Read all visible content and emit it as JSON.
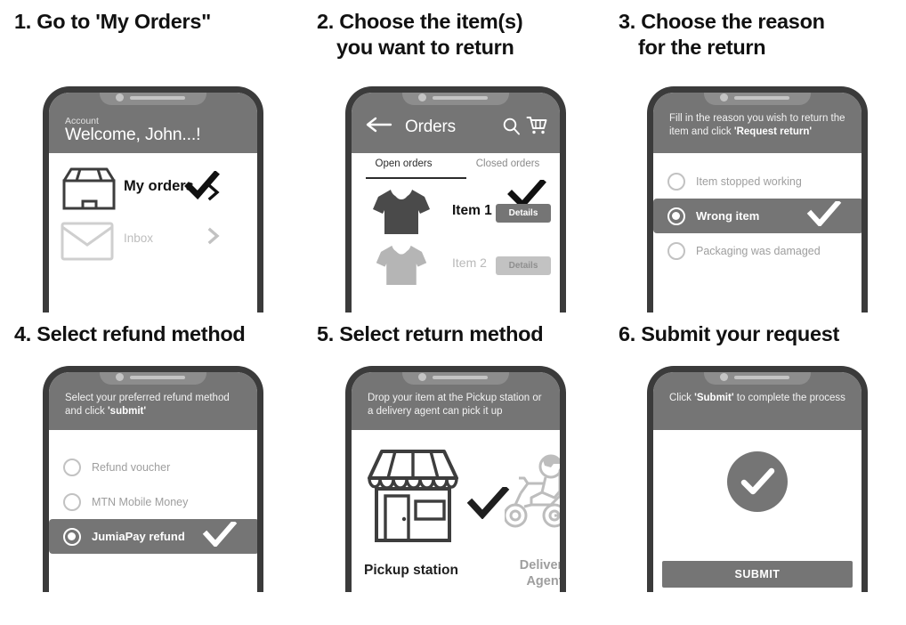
{
  "colors": {
    "frame": "#3b3b3b",
    "header_gray": "#757575",
    "notch_gray": "#8d8d8d",
    "muted": "#bdbdbd",
    "dark_text": "#111111",
    "white": "#ffffff"
  },
  "steps": [
    {
      "title_line1": "1. Go to 'My Orders\"",
      "title_line2": "",
      "phone": {
        "header_small_label": "Account",
        "header_title": "Welcome, John...!",
        "rows": [
          {
            "icon": "box-icon",
            "label": "My orders",
            "checked": true,
            "chevron": ">"
          },
          {
            "icon": "envelope-icon",
            "label": "Inbox",
            "checked": false,
            "chevron": ">"
          }
        ]
      }
    },
    {
      "title_line1": "2. Choose the item(s)",
      "title_line2": "you want to return",
      "phone": {
        "back_icon": "arrow-left-icon",
        "header_title": "Orders",
        "header_icons": [
          "search-icon",
          "cart-icon"
        ],
        "tabs": [
          {
            "label": "Open orders",
            "active": true
          },
          {
            "label": "Closed orders",
            "active": false
          }
        ],
        "items": [
          {
            "icon": "tshirt-icon",
            "label": "Item 1",
            "button": "Details",
            "checked": true,
            "active": true
          },
          {
            "icon": "tshirt-icon",
            "label": "Item 2",
            "button": "Details",
            "checked": false,
            "active": false
          }
        ]
      }
    },
    {
      "title_line1": "3. Choose the reason",
      "title_line2": "for the return",
      "phone": {
        "instruction_a": "Fill in the reason you wish to return the item and click ",
        "instruction_b": "'Request return'",
        "options": [
          {
            "label": "Item stopped working",
            "selected": false
          },
          {
            "label": "Wrong item",
            "selected": true
          },
          {
            "label": "Packaging was damaged",
            "selected": false
          }
        ]
      }
    },
    {
      "title_line1": "4. Select refund method",
      "title_line2": "",
      "phone": {
        "instruction_a": "Select your preferred refund method and click ",
        "instruction_b": "'submit'",
        "options": [
          {
            "label": "Refund voucher",
            "selected": false
          },
          {
            "label": "MTN Mobile Money",
            "selected": false
          },
          {
            "label": "JumiaPay refund",
            "selected": true
          }
        ]
      }
    },
    {
      "title_line1": "5. Select return method",
      "title_line2": "",
      "phone": {
        "instruction_a": "Drop your item at the Pickup station or a delivery agent can pick it up",
        "instruction_b": "",
        "choices": [
          {
            "icon": "storefront-icon",
            "label": "Pickup station",
            "checked": true
          },
          {
            "icon": "scooter-delivery-icon",
            "label": "Delivery\nAgent",
            "checked": false
          }
        ],
        "choice2_line1": "Delivery",
        "choice2_line2": "Agent"
      }
    },
    {
      "title_line1": "6. Submit your request",
      "title_line2": "",
      "phone": {
        "instruction_a": "Click ",
        "instruction_b": "'Submit'",
        "instruction_c": " to complete the process",
        "success_icon": "check-circle-icon",
        "submit_label": "SUBMIT"
      }
    }
  ]
}
